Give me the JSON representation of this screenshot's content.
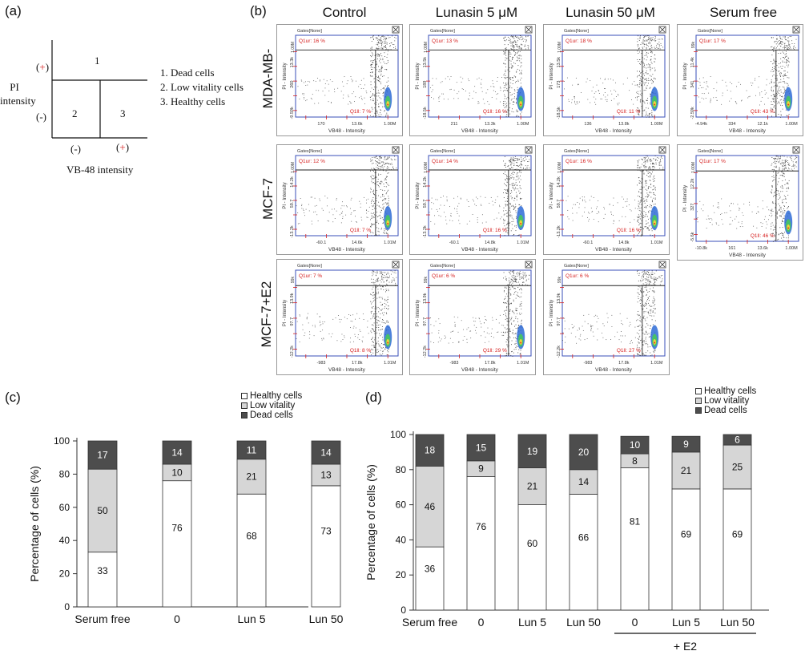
{
  "panel_a": {
    "tag": "(a)",
    "y_label": [
      "PI",
      "intensity"
    ],
    "x_label": "VB-48 intensity",
    "plus": "(+)",
    "minus": "(-)",
    "quadrants": [
      "1",
      "2",
      "3"
    ],
    "legend": [
      "1.  Dead cells",
      "2.  Low vitality cells",
      "3.  Healthy cells"
    ]
  },
  "panel_b": {
    "tag": "(b)",
    "columns": [
      "Control",
      "Lunasin 5 μM",
      "Lunasin 50 μM",
      "Serum free"
    ],
    "rows": [
      "MDA-MB-",
      "MCF-7",
      "MCF-7+E2"
    ],
    "plot_header": "Gates[None]",
    "x_axis_label": "VB48 - Intensity",
    "y_axis_label": "PI - Intensity",
    "plots": [
      {
        "id": "mda-control",
        "ur": "Q1ur: 16 %",
        "ll": "Q1ll: 7 %",
        "xticks": [
          "170",
          "13.6k",
          "1.00M"
        ],
        "yticks": [
          "13.3k",
          "260",
          "-9.59k"
        ],
        "top_tick": "1.00M"
      },
      {
        "id": "mda-lun5",
        "ur": "Q1ur: 13 %",
        "ll": "Q1ll: 16 %",
        "xticks": [
          "211",
          "13.3k",
          "1.00M"
        ],
        "yticks": [
          "13.5k",
          "189",
          "-18.5k"
        ],
        "top_tick": "1.00M"
      },
      {
        "id": "mda-lun50",
        "ur": "Q1ur: 18 %",
        "ll": "Q1ll: 11 %",
        "xticks": [
          "136",
          "13.8k",
          "1.00M"
        ],
        "yticks": [
          "13.5k",
          "173",
          "-18.5k"
        ],
        "top_tick": "1.00M"
      },
      {
        "id": "mda-serum",
        "ur": "Q1ur: 17 %",
        "ll": "Q1ll: 43 %",
        "xticks": [
          "-4.94k",
          "334",
          "12.1k",
          "1.00M"
        ],
        "yticks": [
          "11.4k",
          "341",
          "-2.59k"
        ],
        "top_tick": "99k"
      },
      {
        "id": "mcf7-control",
        "ur": "Q1ur: 12 %",
        "ll": "Q1ll: 7 %",
        "xticks": [
          "-60.1",
          "14.6k",
          "1.01M"
        ],
        "yticks": [
          "14.2k",
          "59.7",
          "-13.2k"
        ],
        "top_tick": "1.00M"
      },
      {
        "id": "mcf7-lun5",
        "ur": "Q1ur: 14 %",
        "ll": "Q1ll: 16 %",
        "xticks": [
          "-60.1",
          "14.8k",
          "1.01M"
        ],
        "yticks": [
          "14.2k",
          "59.7",
          "-13.2k"
        ],
        "top_tick": "1.00M"
      },
      {
        "id": "mcf7-lun50",
        "ur": "Q1ur: 16 %",
        "ll": "Q1ll: 16 %",
        "xticks": [
          "-60.1",
          "14.8k",
          "1.01M"
        ],
        "yticks": [
          "14.2k",
          "59.7",
          "-13.2k"
        ],
        "top_tick": "1.00M"
      },
      {
        "id": "mcf7-serum",
        "ur": "Q1ur: 17 %",
        "ll": "Q1ll: 46 %",
        "xticks": [
          "-10.8k",
          "161",
          "13.6k",
          "1.00M"
        ],
        "yticks": [
          "12.2k",
          "327",
          "-5.6k"
        ],
        "top_tick": "1.00M"
      },
      {
        "id": "e2-control",
        "ur": "Q1ur: 7 %",
        "ll": "Q1ll: 8 %",
        "xticks": [
          "-983",
          "17.8k",
          "1.01M"
        ],
        "yticks": [
          "13.9k",
          "97.7",
          "-12.2k"
        ],
        "top_tick": "99k"
      },
      {
        "id": "e2-lun5",
        "ur": "Q1ur: 6 %",
        "ll": "Q1ll: 29 %",
        "xticks": [
          "-983",
          "17.8k",
          "1.01M"
        ],
        "yticks": [
          "13.9k",
          "97.7",
          "-12.2k"
        ],
        "top_tick": "99k"
      },
      {
        "id": "e2-lun50",
        "ur": "Q1ur: 6 %",
        "ll": "Q1ll: 27 %",
        "xticks": [
          "-983",
          "17.8k",
          "1.01M"
        ],
        "yticks": [
          "13.9k",
          "97.7",
          "-12.2k"
        ],
        "top_tick": "99k"
      }
    ]
  },
  "colors": {
    "healthy": "#ffffff",
    "low_vitality": "#d6d6d6",
    "dead": "#4d4d4d",
    "gate_red": "#d62020",
    "plot_border": "#3a4fb8"
  },
  "chart_data": [
    {
      "type": "bar",
      "stacked": true,
      "tag": "(c)",
      "categories": [
        "Serum free",
        "0",
        "Lun 5",
        "Lun 50"
      ],
      "series": [
        {
          "name": "Healthy cells",
          "values": [
            33,
            76,
            68,
            73
          ]
        },
        {
          "name": "Low vitality",
          "values": [
            50,
            10,
            21,
            13
          ]
        },
        {
          "name": "Dead cells",
          "values": [
            17,
            14,
            11,
            14
          ]
        }
      ],
      "ylabel": "Percentage of cells (%)",
      "yticks": [
        "0",
        "20",
        "40",
        "60",
        "80",
        "100"
      ],
      "ylim": [
        0,
        100
      ],
      "legend_position": "top-right",
      "grid": false
    },
    {
      "type": "bar",
      "stacked": true,
      "tag": "(d)",
      "categories": [
        "Serum free",
        "0",
        "Lun 5",
        "Lun 50",
        "0",
        "Lun 5",
        "Lun 50"
      ],
      "series": [
        {
          "name": "Healthy cells",
          "values": [
            36,
            76,
            60,
            66,
            81,
            69,
            69
          ]
        },
        {
          "name": "Low vitality",
          "values": [
            46,
            9,
            21,
            14,
            8,
            21,
            25
          ]
        },
        {
          "name": "Dead cells",
          "values": [
            18,
            15,
            19,
            20,
            10,
            9,
            6
          ]
        }
      ],
      "ylabel": "Percentage of cells (%)",
      "yticks": [
        "0",
        "20",
        "40",
        "60",
        "80",
        "100"
      ],
      "ylim": [
        0,
        100
      ],
      "group_label": "+ E2",
      "legend_position": "top-right",
      "grid": false
    }
  ]
}
